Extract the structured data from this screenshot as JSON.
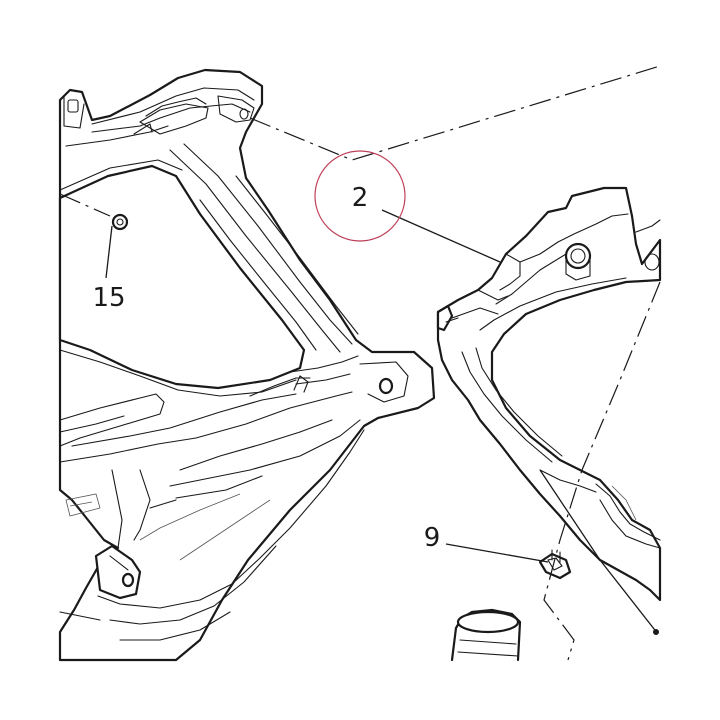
{
  "diagram": {
    "callouts": [
      {
        "id": "callout-2",
        "label": "2"
      },
      {
        "id": "callout-9",
        "label": "9"
      },
      {
        "id": "callout-15",
        "label": "15"
      }
    ],
    "highlight_color": "#c0405a",
    "line_color": "#1a1a1a"
  }
}
